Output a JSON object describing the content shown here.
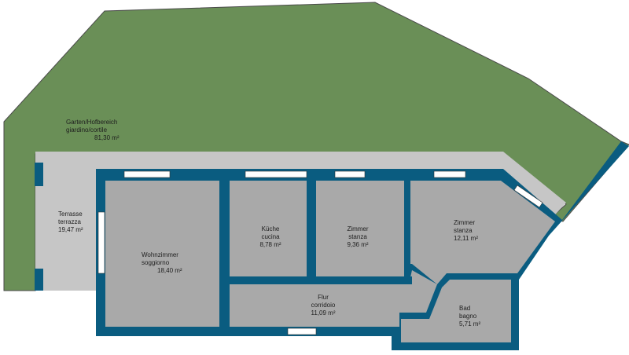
{
  "colors": {
    "garden": "#6a8f57",
    "garden_edge": "#4a4a4a",
    "terrace": "#c6c6c6",
    "room": "#a9a9a9",
    "wall": "#0a5c80",
    "window": "#ffffff",
    "text": "#1e1e1e"
  },
  "rooms": [
    {
      "id": "garden",
      "name_de": "Garten/Hofbereich",
      "name_it": "giardino/cortile",
      "area": "81,30 m²"
    },
    {
      "id": "terrace",
      "name_de": "Terrasse",
      "name_it": "terrazza",
      "area": "19,47 m²"
    },
    {
      "id": "living",
      "name_de": "Wohnzimmer",
      "name_it": "soggiorno",
      "area": "18,40 m²"
    },
    {
      "id": "kitchen",
      "name_de": "Küche",
      "name_it": "cucina",
      "area": "8,78 m²"
    },
    {
      "id": "room1",
      "name_de": "Zimmer",
      "name_it": "stanza",
      "area": "9,36 m²"
    },
    {
      "id": "room2",
      "name_de": "Zimmer",
      "name_it": "stanza",
      "area": "12,11 m²"
    },
    {
      "id": "hallway",
      "name_de": "Flur",
      "name_it": "corridoio",
      "area": "11,09 m²"
    },
    {
      "id": "bath",
      "name_de": "Bad",
      "name_it": "bagno",
      "area": "5,71 m²"
    }
  ]
}
